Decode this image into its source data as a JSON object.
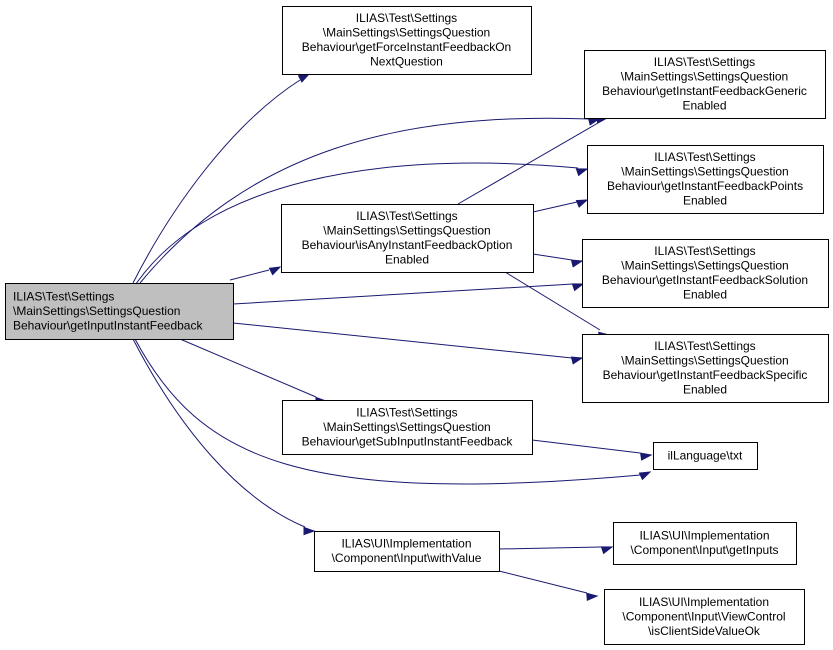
{
  "colors": {
    "edge": "#191970",
    "node_fill": "#ffffff",
    "focus_fill": "#bfbfbf",
    "node_border": "#000000"
  },
  "nodes": [
    {
      "id": "getInputInstantFeedback",
      "focus": true,
      "lines": [
        "ILIAS\\Test\\Settings",
        "\\MainSettings\\SettingsQuestion",
        "Behaviour\\getInputInstantFeedback"
      ]
    },
    {
      "id": "getForceInstantFeedbackOnNextQuestion",
      "lines": [
        "ILIAS\\Test\\Settings",
        "\\MainSettings\\SettingsQuestion",
        "Behaviour\\getForceInstantFeedbackOn",
        "NextQuestion"
      ]
    },
    {
      "id": "isAnyInstantFeedbackOptionEnabled",
      "lines": [
        "ILIAS\\Test\\Settings",
        "\\MainSettings\\SettingsQuestion",
        "Behaviour\\isAnyInstantFeedbackOption",
        "Enabled"
      ]
    },
    {
      "id": "getSubInputInstantFeedback",
      "lines": [
        "ILIAS\\Test\\Settings",
        "\\MainSettings\\SettingsQuestion",
        "Behaviour\\getSubInputInstantFeedback"
      ]
    },
    {
      "id": "withValue",
      "lines": [
        "ILIAS\\UI\\Implementation",
        "\\Component\\Input\\withValue"
      ]
    },
    {
      "id": "getInstantFeedbackGenericEnabled",
      "lines": [
        "ILIAS\\Test\\Settings",
        "\\MainSettings\\SettingsQuestion",
        "Behaviour\\getInstantFeedbackGeneric",
        "Enabled"
      ]
    },
    {
      "id": "getInstantFeedbackPointsEnabled",
      "lines": [
        "ILIAS\\Test\\Settings",
        "\\MainSettings\\SettingsQuestion",
        "Behaviour\\getInstantFeedbackPoints",
        "Enabled"
      ]
    },
    {
      "id": "getInstantFeedbackSolutionEnabled",
      "lines": [
        "ILIAS\\Test\\Settings",
        "\\MainSettings\\SettingsQuestion",
        "Behaviour\\getInstantFeedbackSolution",
        "Enabled"
      ]
    },
    {
      "id": "getInstantFeedbackSpecificEnabled",
      "lines": [
        "ILIAS\\Test\\Settings",
        "\\MainSettings\\SettingsQuestion",
        "Behaviour\\getInstantFeedbackSpecific",
        "Enabled"
      ]
    },
    {
      "id": "txt",
      "lines": [
        "ilLanguage\\txt"
      ]
    },
    {
      "id": "getInputs",
      "lines": [
        "ILIAS\\UI\\Implementation",
        "\\Component\\Input\\getInputs"
      ]
    },
    {
      "id": "isClientSideValueOk",
      "lines": [
        "ILIAS\\UI\\Implementation",
        "\\Component\\Input\\ViewControl",
        "\\isClientSideValueOk"
      ]
    }
  ],
  "edges": [
    {
      "from": "getInputInstantFeedback",
      "to": "getForceInstantFeedbackOnNextQuestion"
    },
    {
      "from": "getInputInstantFeedback",
      "to": "getInstantFeedbackGenericEnabled"
    },
    {
      "from": "getInputInstantFeedback",
      "to": "getInstantFeedbackPointsEnabled"
    },
    {
      "from": "getInputInstantFeedback",
      "to": "isAnyInstantFeedbackOptionEnabled"
    },
    {
      "from": "getInputInstantFeedback",
      "to": "getInstantFeedbackSolutionEnabled"
    },
    {
      "from": "getInputInstantFeedback",
      "to": "getInstantFeedbackSpecificEnabled"
    },
    {
      "from": "getInputInstantFeedback",
      "to": "getSubInputInstantFeedback"
    },
    {
      "from": "getInputInstantFeedback",
      "to": "txt"
    },
    {
      "from": "getInputInstantFeedback",
      "to": "withValue"
    },
    {
      "from": "isAnyInstantFeedbackOptionEnabled",
      "to": "getInstantFeedbackGenericEnabled"
    },
    {
      "from": "isAnyInstantFeedbackOptionEnabled",
      "to": "getInstantFeedbackPointsEnabled"
    },
    {
      "from": "isAnyInstantFeedbackOptionEnabled",
      "to": "getInstantFeedbackSolutionEnabled"
    },
    {
      "from": "isAnyInstantFeedbackOptionEnabled",
      "to": "getInstantFeedbackSpecificEnabled"
    },
    {
      "from": "getSubInputInstantFeedback",
      "to": "txt"
    },
    {
      "from": "withValue",
      "to": "getInputs"
    },
    {
      "from": "withValue",
      "to": "isClientSideValueOk"
    }
  ]
}
